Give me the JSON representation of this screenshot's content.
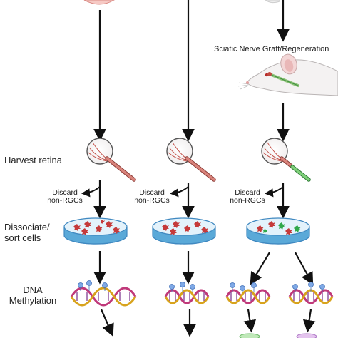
{
  "steps": {
    "harvest": "Harvest retina",
    "dissociate_line1": "Dissociate/",
    "dissociate_line2": "sort cells",
    "dna_line1": "DNA",
    "dna_line2": "Methylation"
  },
  "discard": {
    "line1": "Discard",
    "line2": "non-RGCs"
  },
  "graft_label": "Sciatic Nerve Graft/Regeneration",
  "colors": {
    "arrow": "#111111",
    "nerve_red": "#c0473f",
    "nerve_green": "#3fa64a",
    "dish_blue": "#5aa9d8",
    "cells_red": "#c53a3a",
    "cells_green": "#2fa84a",
    "dna_pink": "#c0397a",
    "dna_gold": "#d8a31c",
    "methyl_blue": "#7fa9e6"
  },
  "icons": [
    "retina-icon",
    "petri-dish-icon",
    "dna-helix-icon",
    "rat-icon",
    "methyl-group-icon"
  ]
}
